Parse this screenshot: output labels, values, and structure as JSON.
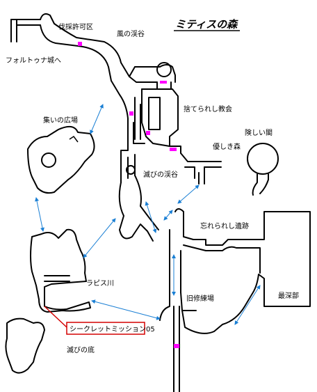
{
  "title": "ミティスの森",
  "labels": {
    "logging_area": "伐採許可区",
    "fortuna_castle": "フォルトゥナ城へ",
    "wind_valley": "風の渓谷",
    "abandoned_church": "捨てられし教会",
    "gathering_plaza": "集いの広場",
    "gentle_forest": "優しき森",
    "steep_hill": "険しい閣",
    "ruined_valley": "滅びの渓谷",
    "forgotten_ruins": "忘れられし遺跡",
    "lapis_river": "ラピス川",
    "deepest_part": "最深部",
    "old_training_ground": "旧修練場",
    "secret_mission": "シークレットミッション05",
    "ruined_bottom": "滅びの底"
  },
  "colors": {
    "door": "#ff00ff",
    "link": "#1a7fd4",
    "secret_box": "#d40000"
  }
}
